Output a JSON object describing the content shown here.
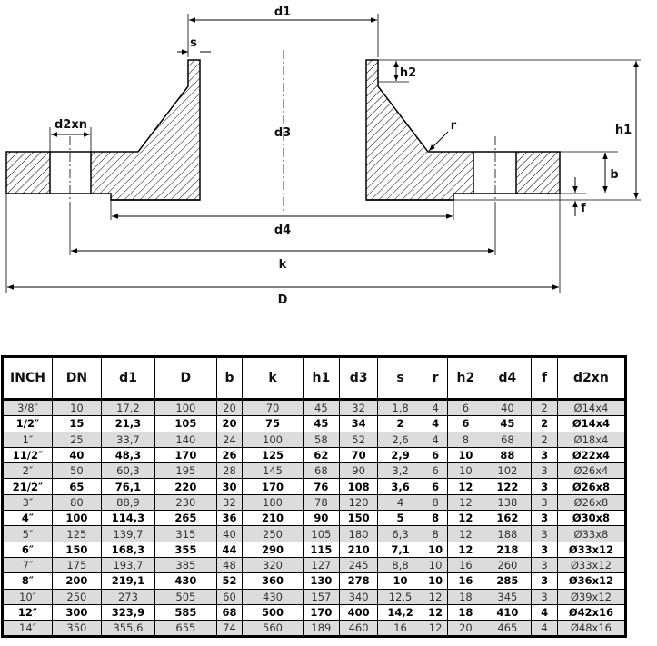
{
  "drawing": {
    "labels": {
      "d1": "d1",
      "s": "s",
      "h2": "h2",
      "h1": "h1",
      "d3": "d3",
      "r": "r",
      "d2xn": "d2xn",
      "b": "b",
      "f": "f",
      "d4": "d4",
      "k": "k",
      "D": "D"
    }
  },
  "table": {
    "headers": [
      "INCH",
      "DN",
      "d1",
      "D",
      "b",
      "k",
      "h1",
      "d3",
      "s",
      "r",
      "h2",
      "d4",
      "f",
      "d2xn"
    ],
    "rows": [
      {
        "style": "shade",
        "cells": [
          "3/8″",
          "10",
          "17,2",
          "100",
          "20",
          "70",
          "45",
          "32",
          "1,8",
          "4",
          "6",
          "40",
          "2",
          "Ø14x4"
        ]
      },
      {
        "style": "bold",
        "cells": [
          "1/2″",
          "15",
          "21,3",
          "105",
          "20",
          "75",
          "45",
          "34",
          "2",
          "4",
          "6",
          "45",
          "2",
          "Ø14x4"
        ]
      },
      {
        "style": "shade",
        "cells": [
          "1″",
          "25",
          "33,7",
          "140",
          "24",
          "100",
          "58",
          "52",
          "2,6",
          "4",
          "8",
          "68",
          "2",
          "Ø18x4"
        ]
      },
      {
        "style": "bold",
        "cells": [
          "11/2″",
          "40",
          "48,3",
          "170",
          "26",
          "125",
          "62",
          "70",
          "2,9",
          "6",
          "10",
          "88",
          "3",
          "Ø22x4"
        ]
      },
      {
        "style": "shade",
        "cells": [
          "2″",
          "50",
          "60,3",
          "195",
          "28",
          "145",
          "68",
          "90",
          "3,2",
          "6",
          "10",
          "102",
          "3",
          "Ø26x4"
        ]
      },
      {
        "style": "bold",
        "cells": [
          "21/2″",
          "65",
          "76,1",
          "220",
          "30",
          "170",
          "76",
          "108",
          "3,6",
          "6",
          "12",
          "122",
          "3",
          "Ø26x8"
        ]
      },
      {
        "style": "shade",
        "cells": [
          "3″",
          "80",
          "88,9",
          "230",
          "32",
          "180",
          "78",
          "120",
          "4",
          "8",
          "12",
          "138",
          "3",
          "Ø26x8"
        ]
      },
      {
        "style": "bold",
        "cells": [
          "4″",
          "100",
          "114,3",
          "265",
          "36",
          "210",
          "90",
          "150",
          "5",
          "8",
          "12",
          "162",
          "3",
          "Ø30x8"
        ]
      },
      {
        "style": "shade",
        "cells": [
          "5″",
          "125",
          "139,7",
          "315",
          "40",
          "250",
          "105",
          "180",
          "6,3",
          "8",
          "12",
          "188",
          "3",
          "Ø33x8"
        ]
      },
      {
        "style": "bold",
        "cells": [
          "6″",
          "150",
          "168,3",
          "355",
          "44",
          "290",
          "115",
          "210",
          "7,1",
          "10",
          "12",
          "218",
          "3",
          "Ø33x12"
        ]
      },
      {
        "style": "shade",
        "cells": [
          "7″",
          "175",
          "193,7",
          "385",
          "48",
          "320",
          "127",
          "245",
          "8,8",
          "10",
          "16",
          "260",
          "3",
          "Ø33x12"
        ]
      },
      {
        "style": "bold",
        "cells": [
          "8″",
          "200",
          "219,1",
          "430",
          "52",
          "360",
          "130",
          "278",
          "10",
          "10",
          "16",
          "285",
          "3",
          "Ø36x12"
        ]
      },
      {
        "style": "shade",
        "cells": [
          "10″",
          "250",
          "273",
          "505",
          "60",
          "430",
          "157",
          "340",
          "12,5",
          "12",
          "18",
          "345",
          "3",
          "Ø39x12"
        ]
      },
      {
        "style": "bold",
        "cells": [
          "12″",
          "300",
          "323,9",
          "585",
          "68",
          "500",
          "170",
          "400",
          "14,2",
          "12",
          "18",
          "410",
          "4",
          "Ø42x16"
        ]
      },
      {
        "style": "shade",
        "cells": [
          "14″",
          "350",
          "355,6",
          "655",
          "74",
          "560",
          "189",
          "460",
          "16",
          "12",
          "20",
          "465",
          "4",
          "Ø48x16"
        ]
      }
    ]
  }
}
